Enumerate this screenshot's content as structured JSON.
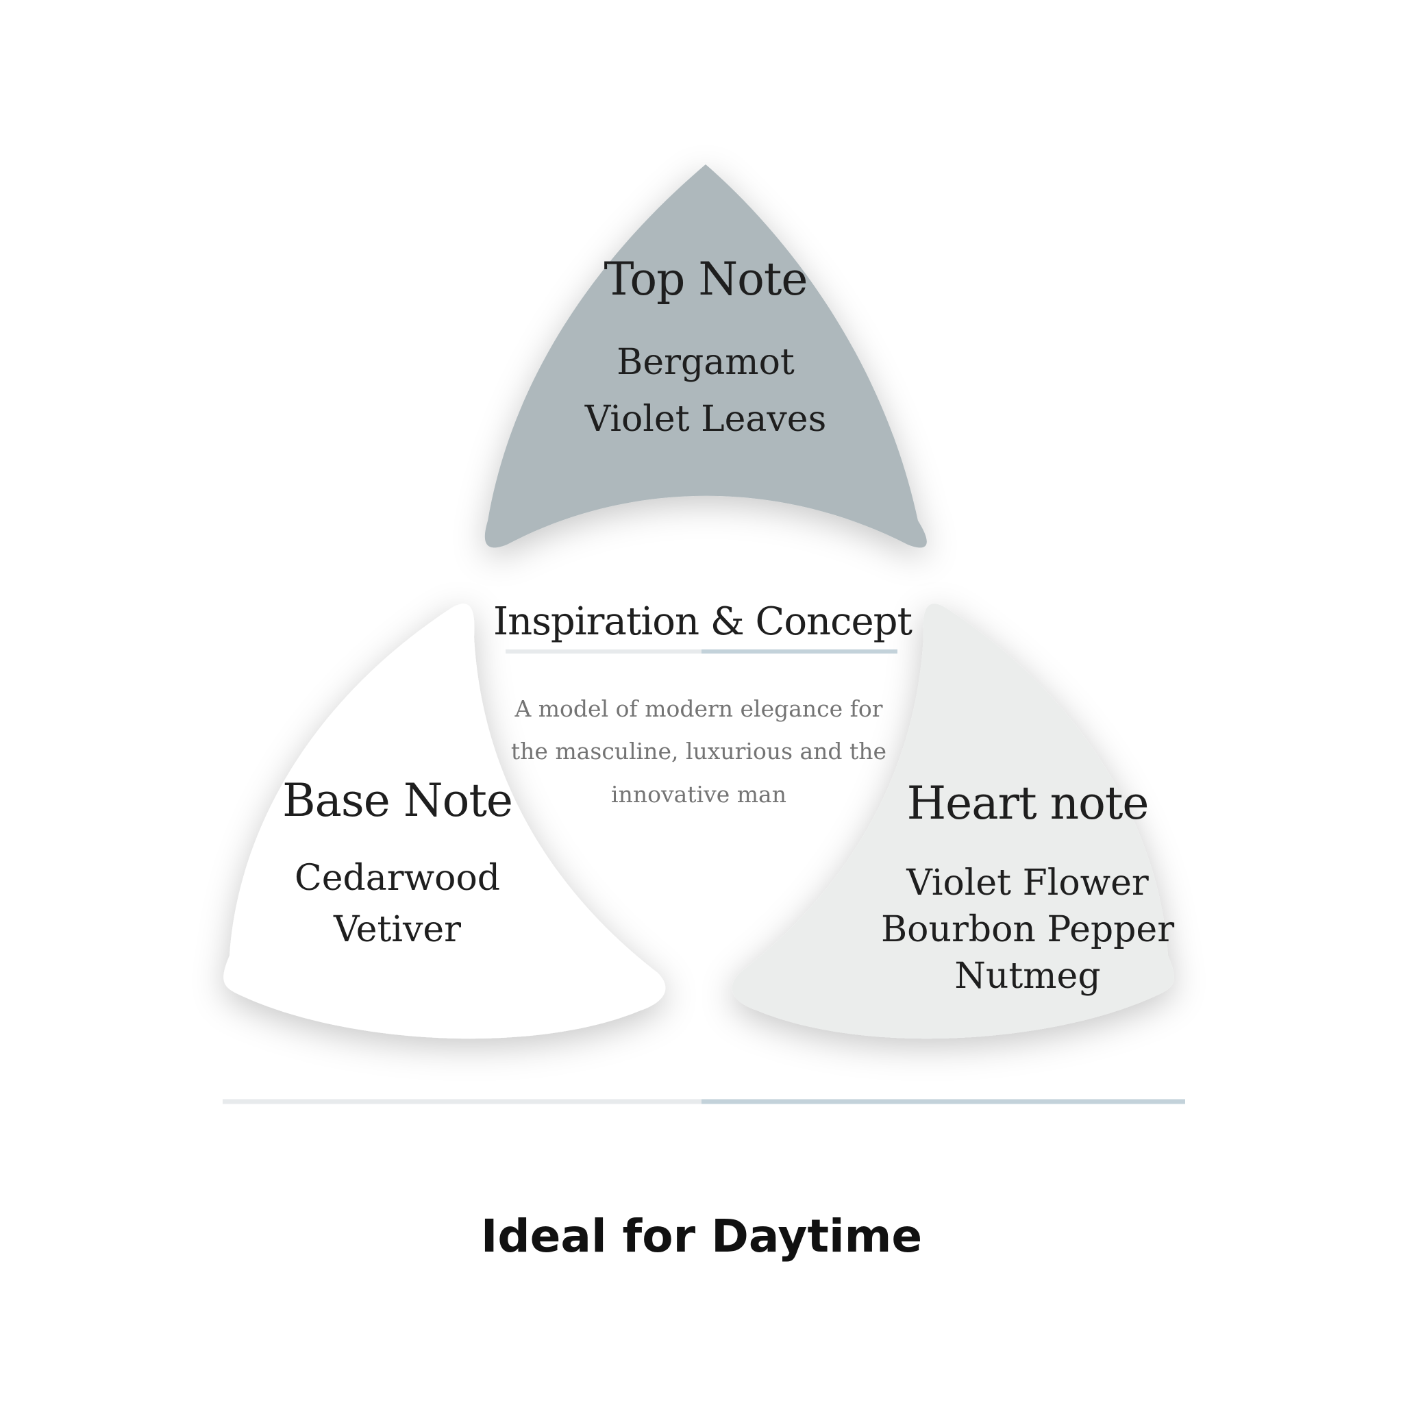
{
  "colors": {
    "top_petal": "#aeb8bc",
    "base_petal": "#ffffff",
    "heart_petal": "#ebedec",
    "accent_light": "#e7eaec",
    "accent_blue": "#c3d2da"
  },
  "notes": {
    "top": {
      "title": "Top Note",
      "items": [
        "Bergamot",
        "Violet Leaves"
      ]
    },
    "base": {
      "title": "Base Note",
      "items": [
        "Cedarwood",
        "Vetiver"
      ]
    },
    "heart": {
      "title": "Heart note",
      "items": [
        "Violet Flower",
        "Bourbon Pepper",
        "Nutmeg"
      ]
    }
  },
  "concept": {
    "title": "Inspiration & Concept",
    "lines": [
      "A model of modern elegance for",
      "the masculine, luxurious and the",
      "innovative man"
    ]
  },
  "footer": {
    "text": "Ideal for Daytime"
  }
}
